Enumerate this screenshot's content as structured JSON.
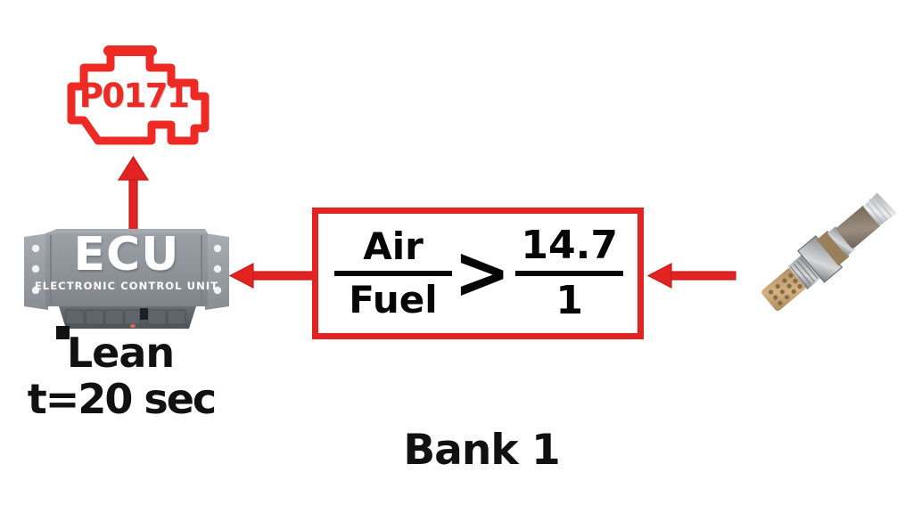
{
  "background_color": "#ffffff",
  "accent_red": "#e32222",
  "lamp": {
    "icon": "check-engine-light-icon",
    "code": "P0171",
    "color": "#ee2a25"
  },
  "ecu": {
    "title": "ECU",
    "subtitle": "ELECTRONIC CONTROL UNIT",
    "body_color": "#8e9298",
    "connector_color": "#5b6066"
  },
  "status": {
    "condition": "Lean",
    "duration": "t=20 sec"
  },
  "ratio": {
    "left": {
      "numerator": "Air",
      "denominator": "Fuel"
    },
    "comparator": ">",
    "right": {
      "numerator": "14.7",
      "denominator": "1"
    }
  },
  "sensor": {
    "icon": "oxygen-sensor-icon",
    "tip_color": "#c8a574",
    "body_color": "#8d7f72"
  },
  "bank": {
    "label": "Bank 1"
  },
  "arrows": {
    "sensor_to_ratio": "arrow-left-icon",
    "ratio_to_ecu": "arrow-left-icon",
    "ecu_to_lamp": "arrow-up-icon"
  }
}
